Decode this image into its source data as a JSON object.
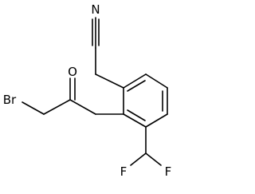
{
  "molecule": {
    "atom_labels": {
      "nitrogen": "N",
      "oxygen": "O",
      "bromine": "Br",
      "fluorine_left": "F",
      "fluorine_right": "F"
    },
    "bond_color": "#000000",
    "background": "#ffffff"
  }
}
